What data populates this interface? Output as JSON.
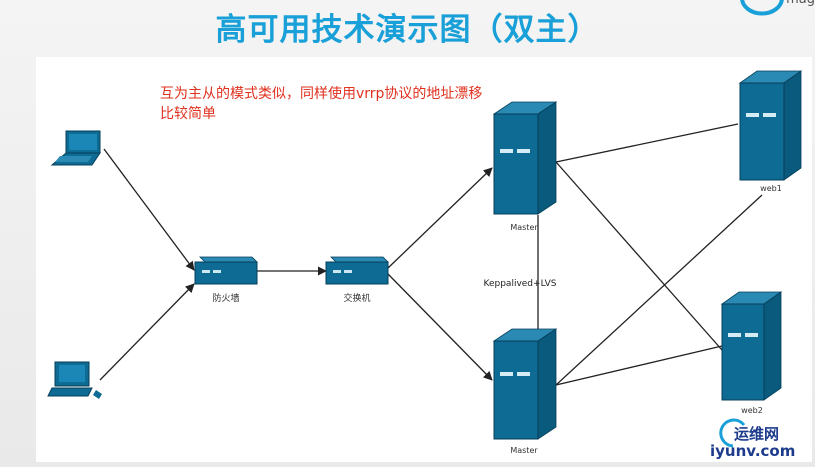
{
  "title": "高可用技术演示图（双主）",
  "corner_text": "mag",
  "note": {
    "line1": "互为主从的模式类似，同样使用vrrp协议的地址漂移",
    "line2": "比较简单"
  },
  "nodes": {
    "firewall_label": "防火墙",
    "switch_label": "交换机",
    "master_top_label": "Master",
    "master_bottom_label": "Master",
    "keepalived_label": "Keppalived+LVS",
    "web1_label": "web1",
    "web2_label": "web2"
  },
  "watermark": {
    "top": "运维网",
    "bottom": "iyunv.com"
  },
  "colors": {
    "title": "#1aa0d8",
    "device_fill": "#0d6b94",
    "device_top": "#2a8ab4",
    "device_side": "#0a5a7d",
    "note": "#e0301e",
    "edge": "#222222",
    "watermark": "#1d3b8c"
  }
}
